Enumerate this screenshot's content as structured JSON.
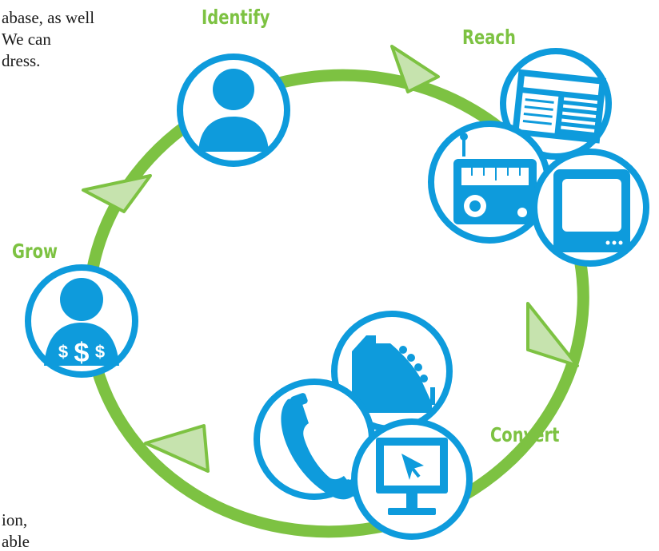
{
  "colors": {
    "ring_green": "#7dc242",
    "arrow_fill": "#c6e3ae",
    "icon_blue": "#0e9bdc",
    "label_green": "#7dc242"
  },
  "text_fragments": {
    "top_line_1": "abase, as well",
    "top_line_2": "We can",
    "top_line_3": "dress.",
    "bottom_line_1": "ion,",
    "bottom_line_2": "able"
  },
  "stages": {
    "identify": "Identify",
    "reach": "Reach",
    "convert": "Convert",
    "grow": "Grow"
  },
  "icons": {
    "identify": [
      "person-icon"
    ],
    "reach": [
      "newspaper-icon",
      "radio-icon",
      "tv-icon"
    ],
    "convert": [
      "cash-register-icon",
      "telephone-icon",
      "computer-click-icon"
    ],
    "grow": [
      "person-money-icon"
    ],
    "grow_money_glyphs": [
      "$",
      "$",
      "$"
    ]
  }
}
